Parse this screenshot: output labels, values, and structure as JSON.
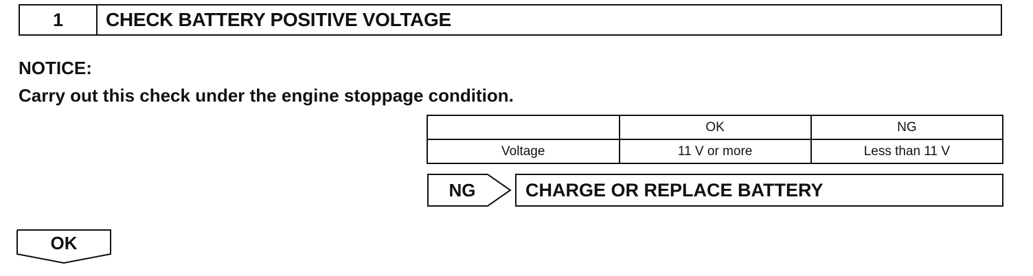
{
  "step": {
    "number": "1",
    "title": "CHECK BATTERY POSITIVE VOLTAGE"
  },
  "notice": {
    "label": "NOTICE:",
    "text": "Carry out this check under the engine stoppage condition."
  },
  "spec_table": {
    "headers": [
      "",
      "OK",
      "NG"
    ],
    "rows": [
      [
        "Voltage",
        "11 V or more",
        "Less than 11 V"
      ]
    ]
  },
  "ng_branch": {
    "label": "NG",
    "action": "CHARGE OR REPLACE BATTERY"
  },
  "ok_branch": {
    "label": "OK"
  }
}
